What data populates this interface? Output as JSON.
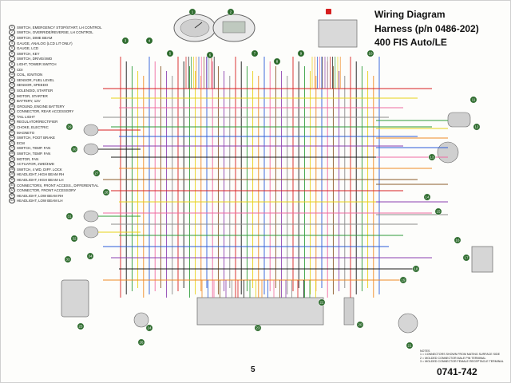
{
  "diagram": {
    "title_line1": "Wiring Diagram",
    "title_line2": "Harness (p/n 0486-202)",
    "title_line3": "400 FIS Auto/LE",
    "page_number": "5",
    "doc_code": "0741-742",
    "notes": [
      "NOTES",
      "1 = CONNECTORS SHOWN FROM MATING SURFACE SIDE",
      "2 = MOLDED CONNECTOR MALE PIN TERMINAL",
      "3 = MOLDED CONNECTOR FEMALE RECEPTACLE TERMINAL"
    ]
  },
  "legend": [
    {
      "n": "1",
      "label": "SWITCH, EMERGENCY STOP/START, LH CONTROL"
    },
    {
      "n": "2",
      "label": "SWITCH, OVERRIDE/REVERSE, LH CONTROL"
    },
    {
      "n": "3",
      "label": "SWITCH, DIME BEAM"
    },
    {
      "n": "4",
      "label": "GAUGE, ANALOG (LCD LIT ONLY)"
    },
    {
      "n": "5",
      "label": "GAUGE, LCD"
    },
    {
      "n": "6",
      "label": "SWITCH, KEY"
    },
    {
      "n": "7",
      "label": "SWITCH, DRIVE/4WD"
    },
    {
      "n": "8",
      "label": "LIGHT, TOWER SWITCH"
    },
    {
      "n": "9",
      "label": "CDI"
    },
    {
      "n": "10",
      "label": "COIL, IGNITION"
    },
    {
      "n": "11",
      "label": "SENSOR, FUEL LEVEL"
    },
    {
      "n": "12",
      "label": "SENSOR, SPEEDO"
    },
    {
      "n": "13",
      "label": "SOLENOID, STARTER"
    },
    {
      "n": "14",
      "label": "MOTOR, STARTER"
    },
    {
      "n": "15",
      "label": "BATTERY, 12V"
    },
    {
      "n": "16",
      "label": "GROUND, ENGINE BATTERY"
    },
    {
      "n": "17",
      "label": "CONNECTOR, REAR ACCESSORY"
    },
    {
      "n": "18",
      "label": "TAIL LIGHT"
    },
    {
      "n": "19",
      "label": "REGULATOR/RECTIFIER"
    },
    {
      "n": "20",
      "label": "CHOKE, ELECTRIC"
    },
    {
      "n": "21",
      "label": "MAGNETO"
    },
    {
      "n": "22",
      "label": "SWITCH, FOOT BRAKE"
    },
    {
      "n": "23",
      "label": "ECM"
    },
    {
      "n": "24",
      "label": "SWITCH, TEMP. FAN"
    },
    {
      "n": "25",
      "label": "SWITCH, TEMP. FAN"
    },
    {
      "n": "26",
      "label": "MOTOR, FAN"
    },
    {
      "n": "27",
      "label": "ACTUATOR, 2WD/4WD"
    },
    {
      "n": "28",
      "label": "SWITCH, 4 WD, DIFF. LOCK"
    },
    {
      "n": "29",
      "label": "HEADLIGHT, HIGH BEAM RH"
    },
    {
      "n": "30",
      "label": "HEADLIGHT, HIGH BEAM LH"
    },
    {
      "n": "31",
      "label": "CONNECTORS, FRONT ACCESS., DIFFERENTIAL"
    },
    {
      "n": "32",
      "label": "CONNECTOR, FRONT ACCESSORY"
    },
    {
      "n": "33",
      "label": "HEADLIGHT, LOW BEAM RH"
    },
    {
      "n": "34",
      "label": "HEADLIGHT, LOW BEAM LH"
    }
  ],
  "component_labels": [
    "1",
    "2",
    "3",
    "4",
    "5",
    "6",
    "7",
    "8",
    "9",
    "10",
    "11",
    "12",
    "13",
    "14",
    "15",
    "16",
    "17",
    "18",
    "19",
    "20",
    "21",
    "22",
    "23",
    "24",
    "25",
    "26",
    "27",
    "28",
    "29",
    "30",
    "31",
    "32",
    "33",
    "34"
  ],
  "wire_colors": {
    "red": "#d62020",
    "black": "#1a1a1a",
    "green": "#2e9c3a",
    "yellow": "#e8d21a",
    "orange": "#f08a24",
    "blue": "#2a5bd8",
    "pink": "#f06aa0",
    "brown": "#8a5a2a",
    "purple": "#8b3fb0",
    "gray": "#8a8a8a"
  }
}
